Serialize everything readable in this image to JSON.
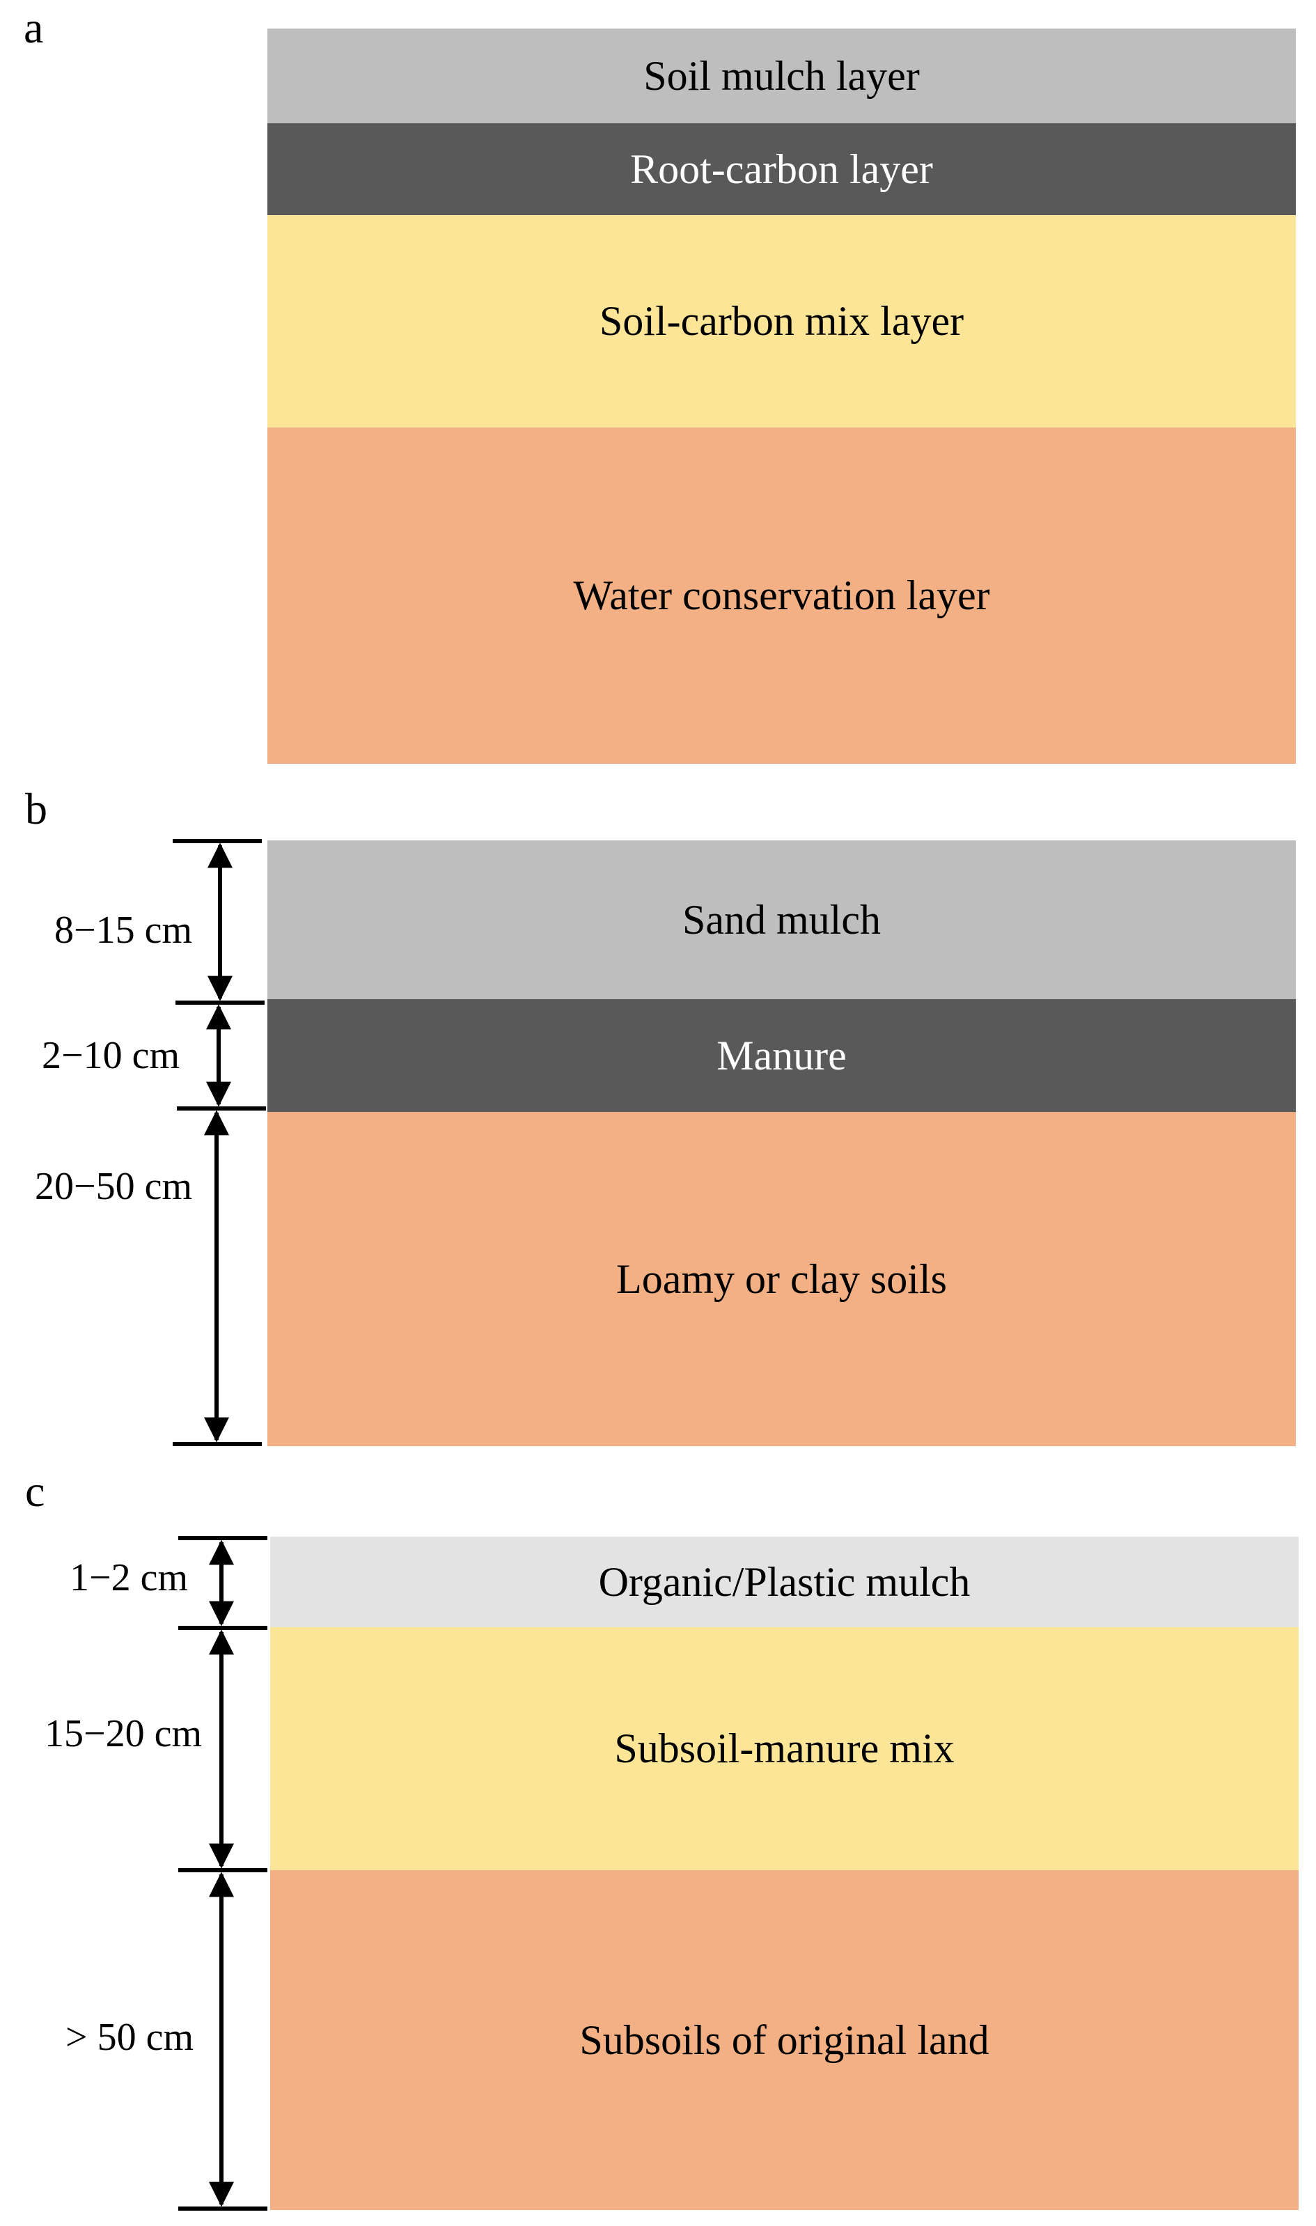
{
  "panels": {
    "a": {
      "label": "a",
      "layers": [
        {
          "name": "Soil mulch layer",
          "color": "#bebebe",
          "text_color": "#000000"
        },
        {
          "name": "Root-carbon layer",
          "color": "#595959",
          "text_color": "#ffffff"
        },
        {
          "name": "Soil-carbon mix layer",
          "color": "#fde598",
          "text_color": "#000000"
        },
        {
          "name": "Water conservation layer",
          "color": "#f2b084",
          "text_color": "#000000"
        }
      ]
    },
    "b": {
      "label": "b",
      "layers": [
        {
          "name": "Sand mulch",
          "depth": "8−15 cm",
          "color": "#bebebe",
          "text_color": "#000000"
        },
        {
          "name": "Manure",
          "depth": "2−10 cm",
          "color": "#595959",
          "text_color": "#ffffff"
        },
        {
          "name": "Loamy or clay soils",
          "depth": "20−50 cm",
          "color": "#f2b084",
          "text_color": "#000000"
        }
      ]
    },
    "c": {
      "label": "c",
      "layers": [
        {
          "name": "Organic/Plastic mulch",
          "depth": "1−2 cm",
          "color": "#e3e3e3",
          "text_color": "#000000"
        },
        {
          "name": "Subsoil-manure mix",
          "depth": "15−20 cm",
          "color": "#fde598",
          "text_color": "#000000"
        },
        {
          "name": "Subsoils of original land",
          "depth": "> 50 cm",
          "color": "#f2b084",
          "text_color": "#000000"
        }
      ]
    }
  }
}
